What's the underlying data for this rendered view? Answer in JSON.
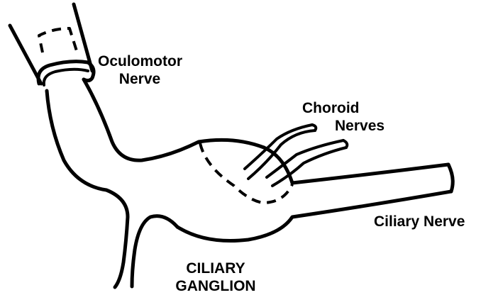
{
  "labels": {
    "oculomotor": {
      "line1": "Oculomotor",
      "line2": "Nerve"
    },
    "choroid": {
      "line1": "Choroid",
      "line2": "Nerves"
    },
    "ciliary_nerve": "Ciliary Nerve",
    "ganglion": {
      "line1": "CILIARY",
      "line2": "GANGLION"
    }
  },
  "colors": {
    "ink": "#000000",
    "background": "#ffffff"
  }
}
